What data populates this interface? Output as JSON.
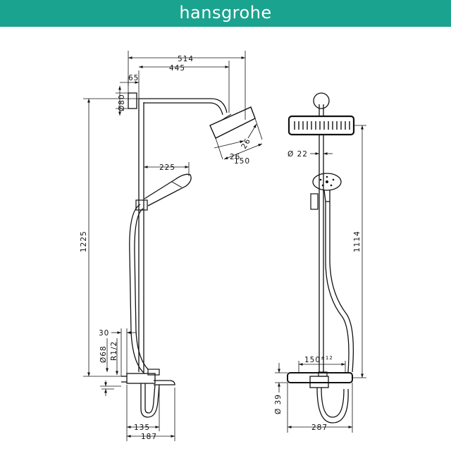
{
  "brand": {
    "name": "hansgrohe",
    "color": "#1aa38e"
  },
  "dimensions": {
    "d514": "514",
    "d445": "445",
    "d65": "65",
    "d80": "Ø80",
    "d225": "225",
    "d26a": "26",
    "d26b": "26",
    "d150": "150",
    "d1225": "1225",
    "d30": "30",
    "d68": "Ø68",
    "r12": "R1/2",
    "d135": "135",
    "d187": "187",
    "d22": "Ø 22",
    "d1114": "1114",
    "d150tol": "150",
    "tol": "±12",
    "d39": "Ø 39",
    "d287": "287"
  }
}
